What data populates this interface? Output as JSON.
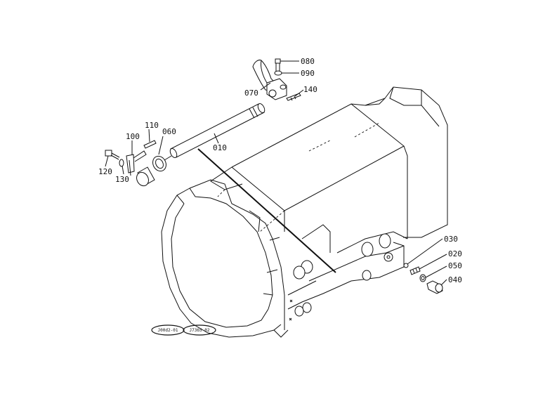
{
  "diagram": {
    "part_labels": {
      "p010": "010",
      "p020": "020",
      "p030": "030",
      "p040": "040",
      "p050": "050",
      "p060": "060",
      "p070": "070",
      "p080": "080",
      "p090": "090",
      "p100": "100",
      "p110": "110",
      "p120": "120",
      "p130": "130",
      "p140": "140"
    },
    "reference_codes": [
      "J00d2-01",
      "J7365-02"
    ]
  }
}
